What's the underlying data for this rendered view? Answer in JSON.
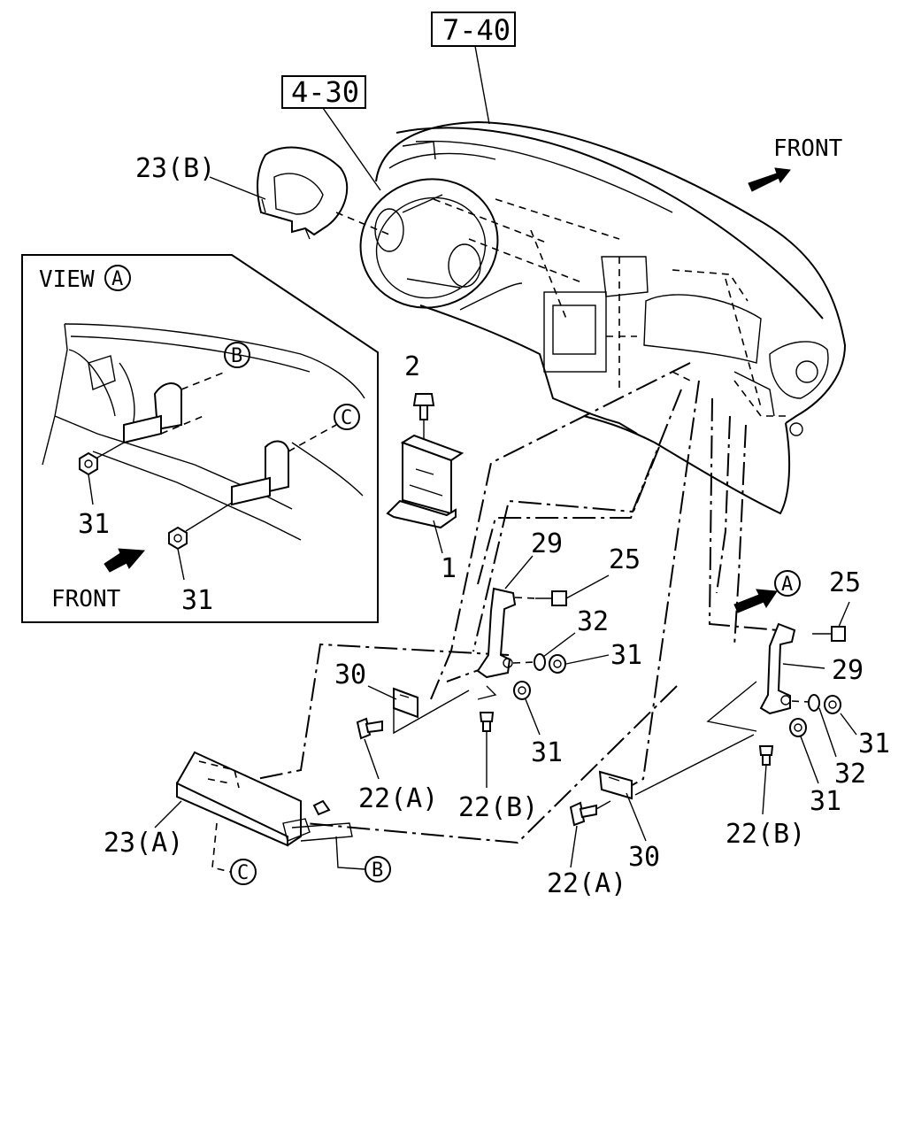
{
  "refs": {
    "ref_dash": "7-40",
    "ref_panel": "4-30"
  },
  "front_labels": {
    "main": "FRONT",
    "inset": "FRONT"
  },
  "view": {
    "title": "VIEW",
    "letter": "A"
  },
  "callouts": {
    "a": "A",
    "b": "B",
    "c": "C"
  },
  "parts": {
    "p1": "1",
    "p2": "2",
    "p22a": "22(A)",
    "p22b": "22(B)",
    "p23a": "23(A)",
    "p23b": "23(B)",
    "p25": "25",
    "p29": "29",
    "p30": "30",
    "p31": "31",
    "p32": "32"
  }
}
